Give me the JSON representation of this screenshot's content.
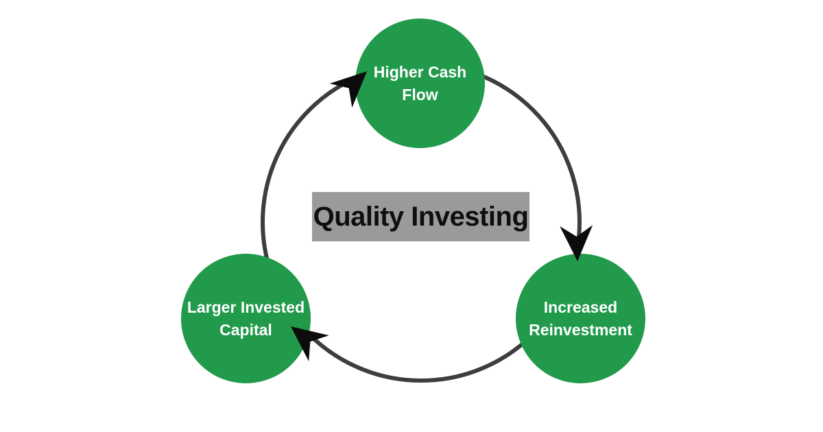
{
  "title": {
    "label": "Quality Investing"
  },
  "nodes": [
    {
      "id": "higher-cash-flow",
      "line1": "Higher Cash",
      "line2": "Flow"
    },
    {
      "id": "increased-reinvestment",
      "line1": "Increased",
      "line2": "Reinvestment"
    },
    {
      "id": "larger-invested-capital",
      "line1": "Larger Invested",
      "line2": "Capital"
    }
  ],
  "cycle": {
    "direction": "clockwise",
    "order": [
      "Higher Cash Flow",
      "Increased Reinvestment",
      "Larger Invested Capital"
    ]
  },
  "colors": {
    "node_fill": "#219a4b",
    "node_text": "#ffffff",
    "ring": "#3d3d3d",
    "arrow": "#0c0c0c",
    "title_bg": "#9a9a9a",
    "title_text": "#0e0e0e",
    "background": "#ffffff"
  }
}
